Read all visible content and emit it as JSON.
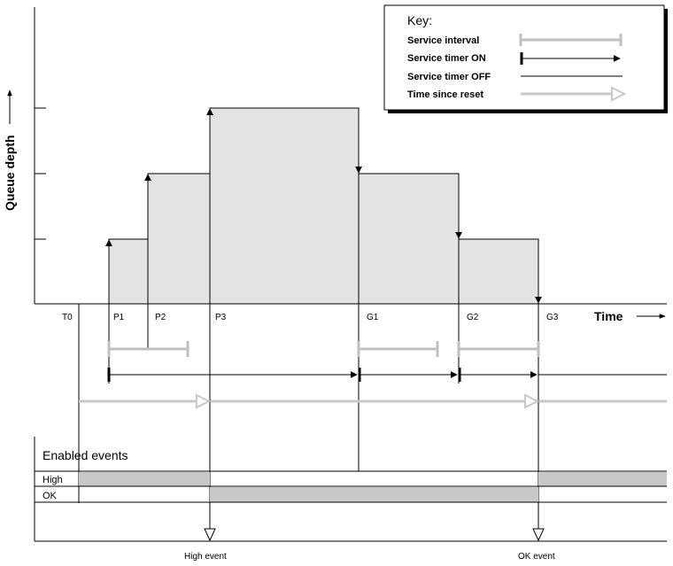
{
  "axes": {
    "y_label": "Queue depth",
    "x_label": "Time"
  },
  "key": {
    "title": "Key:",
    "items": [
      {
        "label": "Service interval",
        "style": "interval",
        "color": "#c0c0c0"
      },
      {
        "label": "Service timer ON",
        "style": "timer-on",
        "color": "#000000"
      },
      {
        "label": "Service timer OFF",
        "style": "timer-off",
        "color": "#000000"
      },
      {
        "label": "Time since reset",
        "style": "reset",
        "color": "#c0c0c0"
      }
    ]
  },
  "time_points": [
    "T0",
    "P1",
    "P2",
    "P3",
    "G1",
    "G2",
    "G3"
  ],
  "queue_depth_steps": [
    {
      "from": "P1",
      "to": "P2",
      "depth": 1
    },
    {
      "from": "P2",
      "to": "P3",
      "depth": 2
    },
    {
      "from": "P3",
      "to": "G1",
      "depth": 3
    },
    {
      "from": "G1",
      "to": "G2",
      "depth": 2
    },
    {
      "from": "G2",
      "to": "G3",
      "depth": 1
    }
  ],
  "events_panel": {
    "title": "Enabled events",
    "rows": [
      "High",
      "OK"
    ]
  },
  "event_labels": {
    "high": "High event",
    "ok": "OK event"
  },
  "colors": {
    "fill": "#e3e3e3",
    "enabled": "#c8c8c8",
    "grey_line": "#c0c0c0"
  }
}
